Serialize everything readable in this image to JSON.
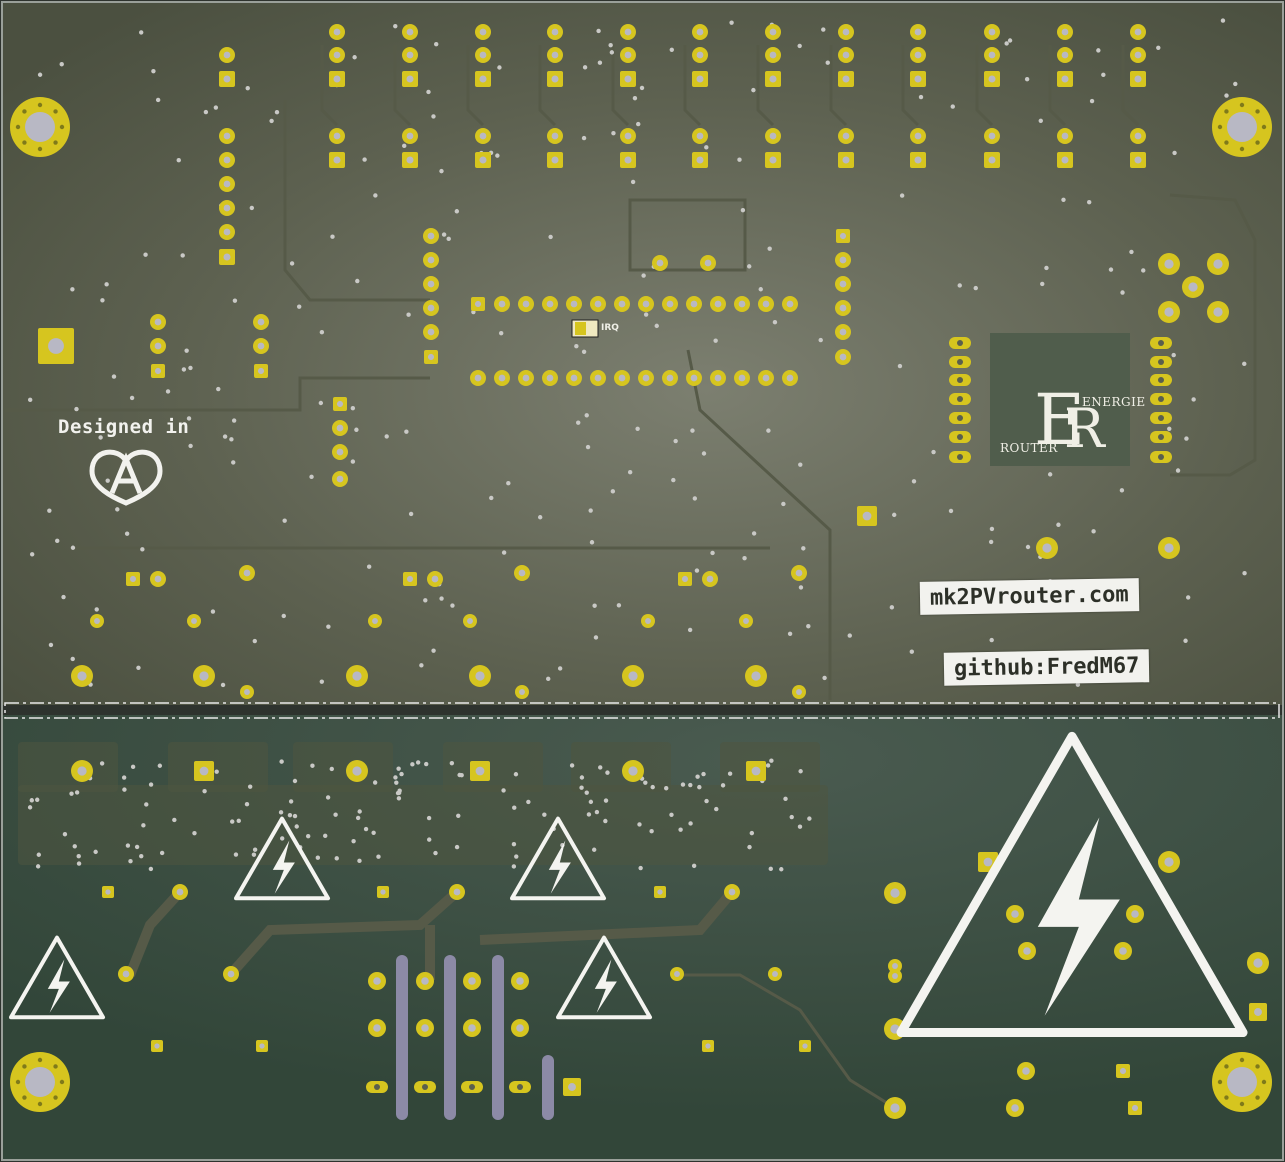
{
  "board": {
    "colors": {
      "top_board": "#5e6250",
      "bottom_board": "#364a3f",
      "pad_gold": "#d6c51f",
      "pad_dark": "#5a5a16",
      "drill": "#b8b8c4",
      "silkscreen": "#f2f2ee",
      "trace": "#57594a"
    }
  },
  "labels": {
    "website": "mk2PVrouter.com",
    "github": "github:FredM67",
    "designed_in": "Designed in",
    "irq": "IRQ"
  },
  "logo": {
    "letter_e": "E",
    "letter_r": "R",
    "energie": "ENERGIE",
    "router": "ROUTER"
  },
  "icons": {
    "alsace_logo": "alsace-heart-a-icon",
    "warning": "high-voltage-warning-icon",
    "mounting_hole": "mounting-hole-icon"
  }
}
